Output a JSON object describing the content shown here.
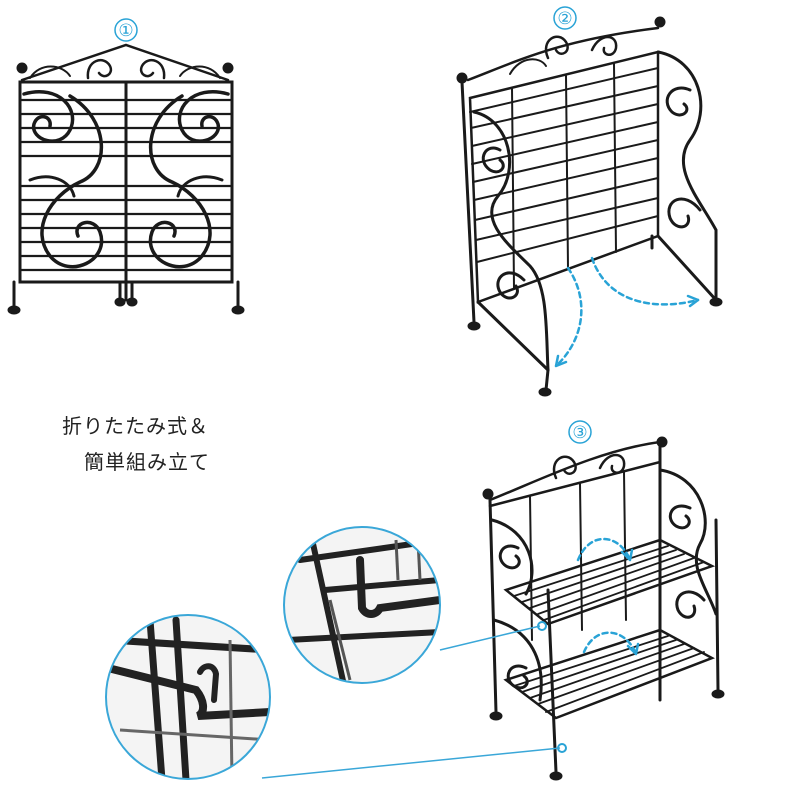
{
  "steps": [
    {
      "label": "①"
    },
    {
      "label": "②"
    },
    {
      "label": "③"
    }
  ],
  "caption": {
    "line1": "折りたたみ式＆",
    "line2": "簡単組み立て"
  },
  "colors": {
    "frame": "#1a1a1a",
    "accent": "#29a3d6",
    "zoom_border": "#3aa7d8"
  }
}
